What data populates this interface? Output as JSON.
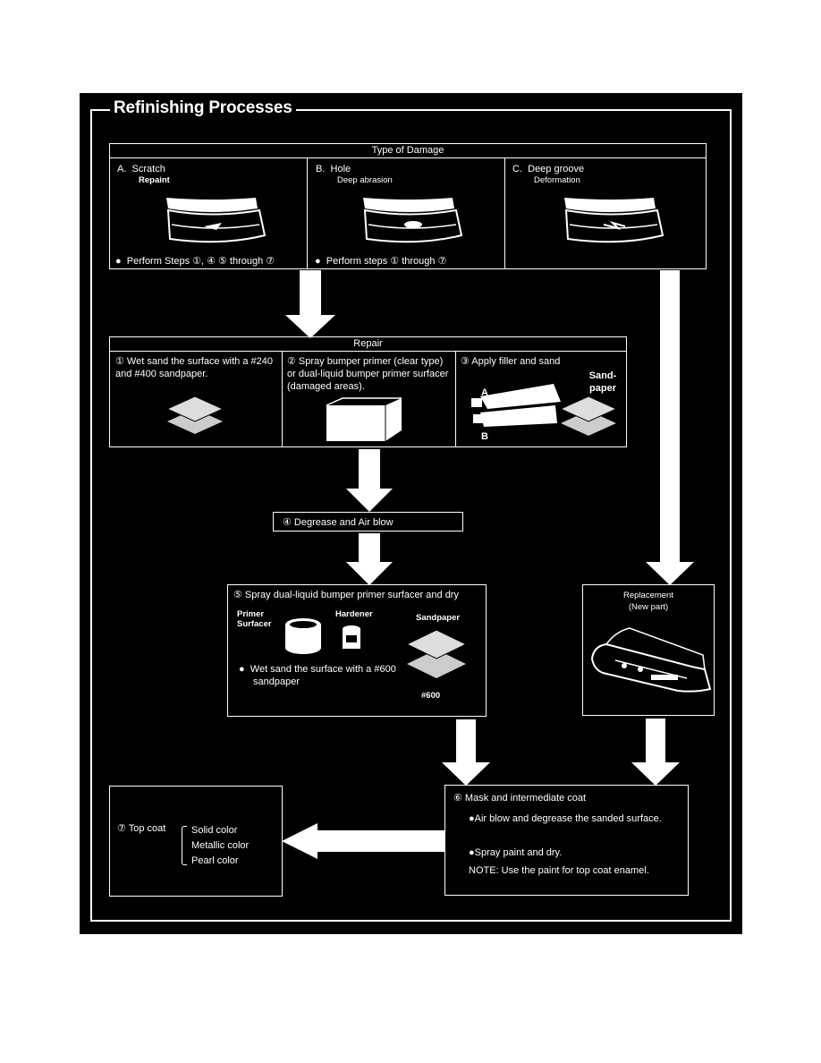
{
  "title": "Refinishing Processes",
  "damage": {
    "header": "Type of Damage",
    "a": {
      "letter": "A.",
      "title": "Scratch",
      "sub": "Repaint",
      "note": "Perform Steps ①, ④ ⑤ through ⑦"
    },
    "b": {
      "letter": "B.",
      "title": "Hole",
      "sub": "Deep abrasion",
      "note": "Perform steps ① through ⑦"
    },
    "c": {
      "letter": "C.",
      "title": "Deep groove",
      "sub": "Deformation"
    }
  },
  "repair": {
    "header": "Repair",
    "s1": "① Wet sand the surface with a #240 and #400 sandpaper.",
    "s2": "② Spray bumper primer (clear type) or dual-liquid bumper primer surfacer (damaged areas).",
    "s3": "③ Apply filler and sand",
    "label_a": "A",
    "label_b": "B",
    "sandpaper": "Sand-paper"
  },
  "step4": "④ Degrease and Air blow",
  "step5": {
    "title": "⑤ Spray dual-liquid bumper primer surfacer and dry",
    "primer": "Primer Surfacer",
    "hardener": "Hardener",
    "sandpaper": "Sandpaper",
    "bullet": "Wet sand the surface with a #600 sandpaper",
    "grit": "#600"
  },
  "replacement": {
    "line1": "Replacement",
    "line2": "(New part)"
  },
  "step6": {
    "title": "⑥ Mask and intermediate coat",
    "b1": "Air blow and degrease the sanded surface.",
    "b2": "Spray paint and dry.",
    "note": "NOTE: Use the paint for top coat enamel."
  },
  "step7": {
    "label": "⑦ Top coat",
    "options": [
      "Solid color",
      "Metallic color",
      "Pearl color"
    ]
  }
}
